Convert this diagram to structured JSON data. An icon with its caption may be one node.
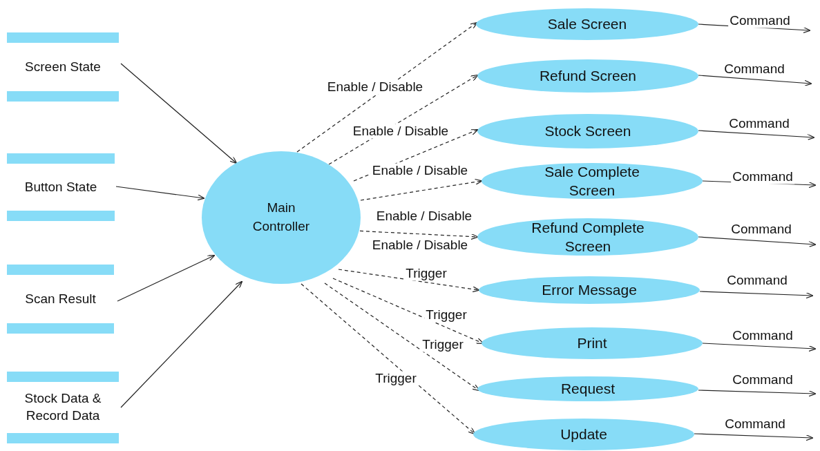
{
  "diagram": {
    "nodes": [
      {
        "text": [
          "Screen State"
        ]
      },
      {
        "text": [
          "Button State"
        ]
      },
      {
        "text": [
          "Scan Result"
        ]
      },
      {
        "text": [
          "Stock Data & Record Data"
        ]
      },
      {
        "text": [
          "Main Controller"
        ]
      },
      {
        "text": [
          "Sale Screen"
        ]
      },
      {
        "text": [
          "Refund Screen"
        ]
      },
      {
        "text": [
          "Stock Screen"
        ]
      },
      {
        "text": [
          "Sale Complete Screen"
        ]
      },
      {
        "text": [
          "Refund Complete Screen"
        ]
      },
      {
        "text": [
          "Error Message"
        ]
      },
      {
        "text": [
          "Print"
        ]
      },
      {
        "text": [
          "Request"
        ]
      },
      {
        "text": [
          "Update"
        ]
      }
    ],
    "edges": [
      {
        "from": 0,
        "to": 4,
        "arrow": "to"
      },
      {
        "from": 1,
        "to": 4,
        "arrow": "to"
      },
      {
        "from": 2,
        "to": 4,
        "arrow": "to"
      },
      {
        "from": 3,
        "to": 4,
        "arrow": "to"
      },
      {
        "from": 4,
        "to": 5,
        "arrow": "to",
        "style": "dashed",
        "label": "Enable / Disable"
      },
      {
        "from": 4,
        "to": 6,
        "arrow": "to",
        "style": "dashed",
        "label": "Enable / Disable"
      },
      {
        "from": 4,
        "to": 7,
        "arrow": "to",
        "style": "dashed",
        "label": "Enable / Disable"
      },
      {
        "from": 4,
        "to": 8,
        "arrow": "to",
        "style": "dashed",
        "label": "Enable / Disable"
      },
      {
        "from": 4,
        "to": 9,
        "arrow": "to",
        "style": "dashed",
        "label": "Enable / Disable"
      },
      {
        "from": 4,
        "to": 10,
        "arrow": "to",
        "style": "dashed",
        "label": "Trigger"
      },
      {
        "from": 4,
        "to": 11,
        "arrow": "to",
        "style": "dashed",
        "label": "Trigger"
      },
      {
        "from": 4,
        "to": 12,
        "arrow": "to",
        "style": "dashed",
        "label": "Trigger"
      },
      {
        "from": 4,
        "to": 13,
        "arrow": "to",
        "style": "dashed",
        "label": "Trigger"
      },
      {
        "from": 5,
        "to": null,
        "arrow": "to",
        "label": "Command"
      },
      {
        "from": 6,
        "to": null,
        "arrow": "to",
        "label": "Command"
      },
      {
        "from": 7,
        "to": null,
        "arrow": "to",
        "label": "Command"
      },
      {
        "from": 8,
        "to": null,
        "arrow": "to",
        "label": "Command"
      },
      {
        "from": 9,
        "to": null,
        "arrow": "to",
        "label": "Command"
      },
      {
        "from": 10,
        "to": null,
        "arrow": "to",
        "label": "Command"
      },
      {
        "from": 11,
        "to": null,
        "arrow": "to",
        "label": "Command"
      },
      {
        "from": 12,
        "to": null,
        "arrow": "to",
        "label": "Command"
      },
      {
        "from": 13,
        "to": null,
        "arrow": "to",
        "label": "Command"
      }
    ]
  }
}
